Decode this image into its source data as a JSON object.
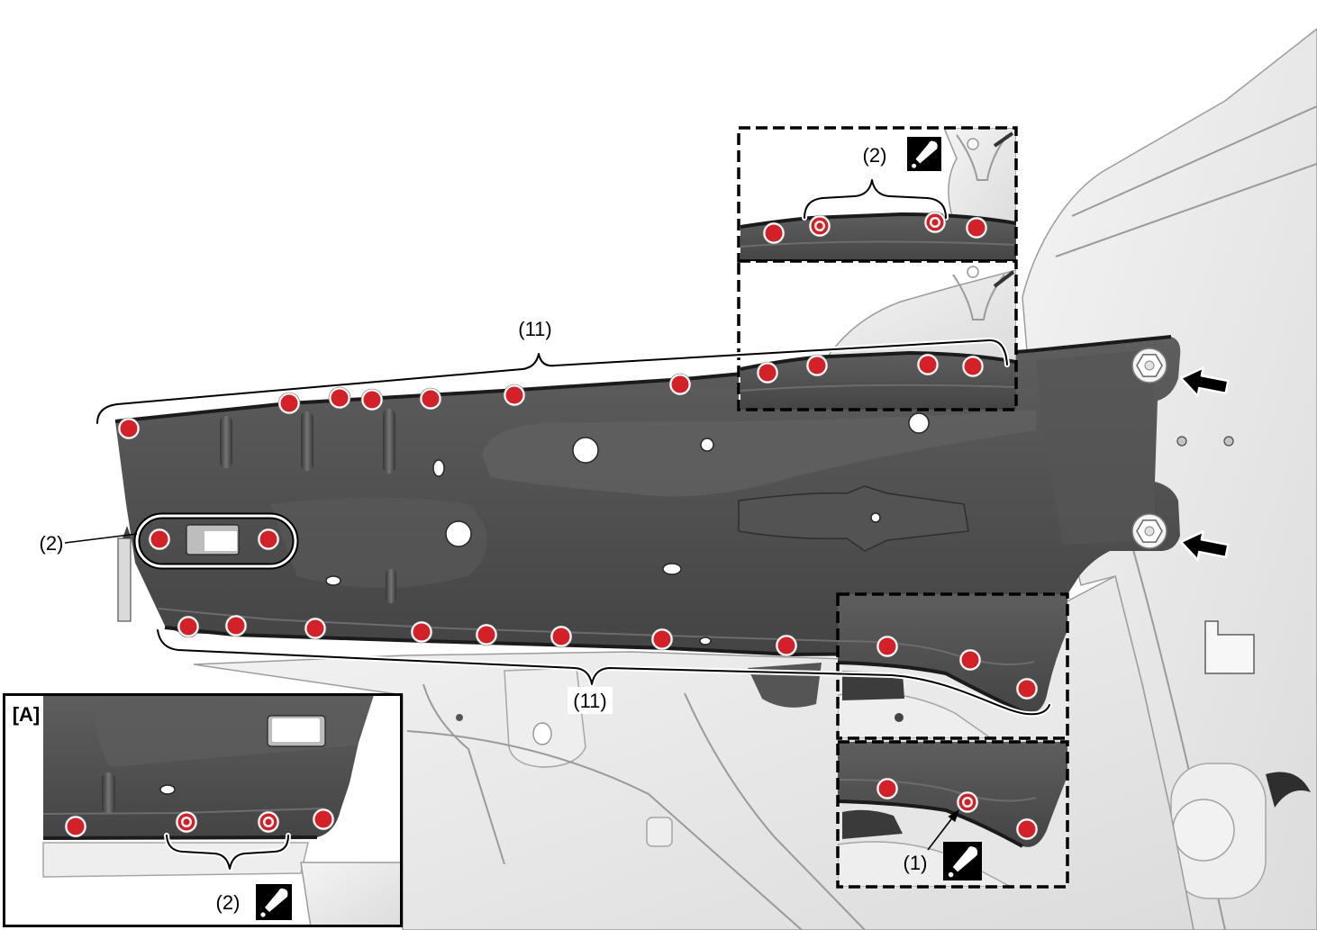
{
  "main_view": {
    "upper_flange_label": "(11)",
    "lower_flange_label": "(11)",
    "side_weld_label": "(2)"
  },
  "upper_inset": {
    "label": "(2)",
    "icon": "weld-torch-icon"
  },
  "lower_inset": {
    "label": "(1)",
    "icon": "weld-torch-icon"
  },
  "view_a": {
    "title": "[A]",
    "label": "(2)",
    "icon": "weld-torch-icon"
  },
  "markers": {
    "spot_weld_icon": "spot-weld-icon",
    "plug_weld_icon": "plug-weld-icon",
    "removal_arrow_icon": "arrow-left-icon",
    "bolt_icon": "bolt-icon"
  },
  "colors": {
    "weld_red": "#d42027",
    "panel_dark": "#444444",
    "body_gray": "#dcdcdc",
    "outline": "#000000",
    "background": "#ffffff"
  }
}
